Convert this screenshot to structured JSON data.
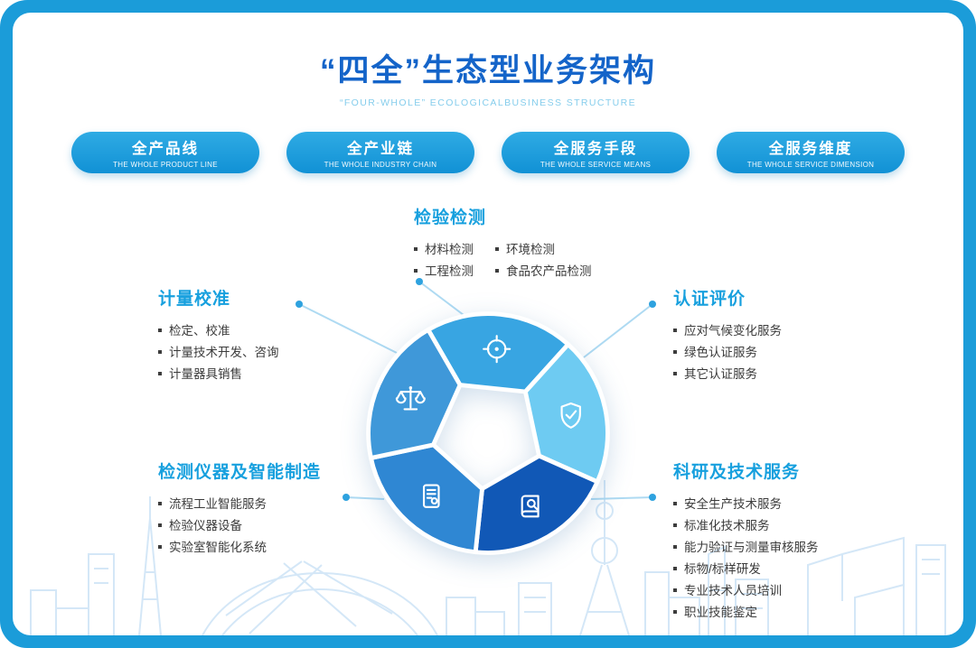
{
  "header": {
    "title": "“四全”生态型业务架构",
    "subtitle": "“FOUR-WHOLE” ECOLOGICALBUSINESS STRUCTURE"
  },
  "pills": [
    {
      "zh": "全产品线",
      "en": "THE WHOLE PRODUCT LINE"
    },
    {
      "zh": "全产业链",
      "en": "THE WHOLE INDUSTRY CHAIN"
    },
    {
      "zh": "全服务手段",
      "en": "THE WHOLE SERVICE MEANS"
    },
    {
      "zh": "全服务维度",
      "en": "THE WHOLE SERVICE DIMENSION"
    }
  ],
  "sections": {
    "testing": {
      "title": "检验检测",
      "col1": [
        "材料检测",
        "工程检测"
      ],
      "col2": [
        "环境检测",
        "食品农产品检测"
      ]
    },
    "metrology": {
      "title": "计量校准",
      "items": [
        "检定、校准",
        "计量技术开发、咨询",
        "计量器具销售"
      ]
    },
    "certification": {
      "title": "认证评价",
      "items": [
        "应对气候变化服务",
        "绿色认证服务",
        "其它认证服务"
      ]
    },
    "instruments": {
      "title": "检测仪器及智能制造",
      "items": [
        "流程工业智能服务",
        "检验仪器设备",
        "实验室智能化系统"
      ]
    },
    "research": {
      "title": "科研及技术服务",
      "items": [
        "安全生产技术服务",
        "标准化技术服务",
        "能力验证与测量审核服务",
        "标物/标样研发",
        "专业技术人员培训",
        "职业技能鉴定"
      ]
    }
  },
  "wheel": {
    "segments": [
      {
        "name": "testing",
        "icon": "target-icon",
        "color": "#38a5e2"
      },
      {
        "name": "certification",
        "icon": "shield-check-icon",
        "color": "#6ecbf2"
      },
      {
        "name": "research",
        "icon": "book-search-icon",
        "color": "#1158b6"
      },
      {
        "name": "instruments",
        "icon": "document-icon",
        "color": "#2f87d3"
      },
      {
        "name": "metrology",
        "icon": "scales-icon",
        "color": "#3f98d9"
      }
    ]
  },
  "colors": {
    "frame_blue": "#1b9cd9",
    "title_blue": "#1464c9",
    "accent_blue": "#17a0de",
    "subtitle_blue": "#85cdec",
    "connector_line": "#aedaf2",
    "connector_dot": "#2ea2df",
    "skyline_line": "#d4e7f7",
    "body_text": "#3b3b3b"
  }
}
